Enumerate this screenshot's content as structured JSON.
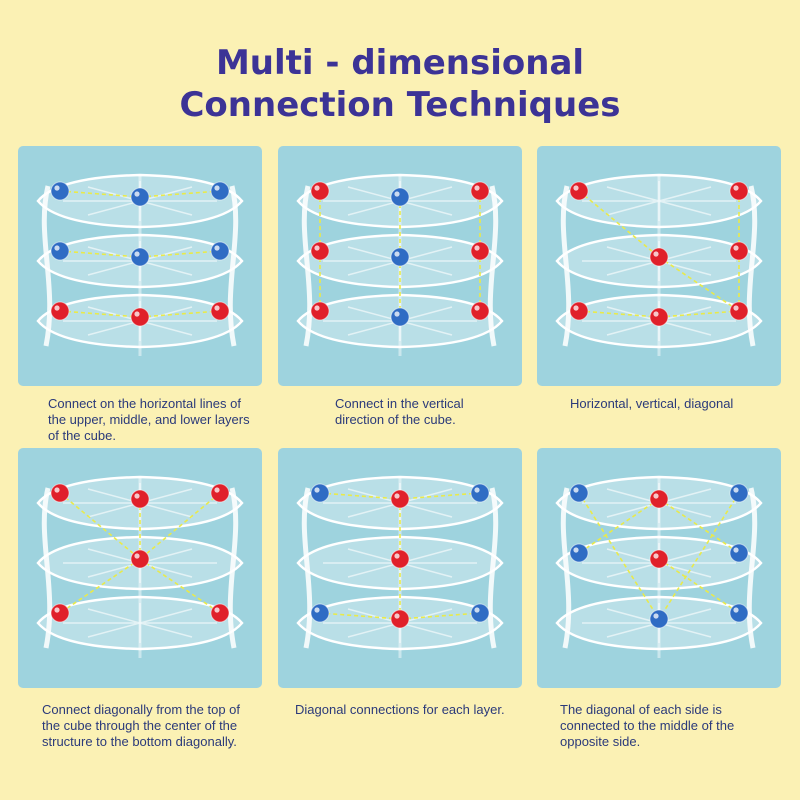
{
  "title": {
    "line1": "Multi - dimensional",
    "line2": "Connection Techniques"
  },
  "colors": {
    "background": "#fbf1b4",
    "title": "#3c3396",
    "panel": "#9ed3de",
    "ball_red": "#e0202a",
    "ball_blue": "#2f6cc4",
    "guide_line": "#e9ea4a"
  },
  "panels": [
    {
      "caption": "Connect on the horizontal lines of the upper, middle, and lower layers of the cube.",
      "balls": [
        [
          "b",
          0,
          0
        ],
        [
          "b",
          1,
          0
        ],
        [
          "b",
          2,
          0
        ],
        [
          "b",
          0,
          1
        ],
        [
          "b",
          1,
          1
        ],
        [
          "b",
          2,
          1
        ],
        [
          "r",
          0,
          2
        ],
        [
          "r",
          1,
          2
        ],
        [
          "r",
          2,
          2
        ]
      ],
      "lines": [
        [
          0,
          1
        ],
        [
          1,
          2
        ],
        [
          3,
          4
        ],
        [
          4,
          5
        ],
        [
          6,
          7
        ],
        [
          7,
          8
        ]
      ]
    },
    {
      "caption": "Connect in the vertical direction of the cube.",
      "balls": [
        [
          "r",
          0,
          0
        ],
        [
          "b",
          1,
          0
        ],
        [
          "r",
          2,
          0
        ],
        [
          "r",
          0,
          1
        ],
        [
          "b",
          1,
          1
        ],
        [
          "r",
          2,
          1
        ],
        [
          "r",
          0,
          2
        ],
        [
          "b",
          1,
          2
        ],
        [
          "r",
          2,
          2
        ]
      ],
      "lines": [
        [
          0,
          3
        ],
        [
          3,
          6
        ],
        [
          1,
          4
        ],
        [
          4,
          7
        ],
        [
          2,
          5
        ],
        [
          5,
          8
        ]
      ]
    },
    {
      "caption": "Horizontal, vertical, diagonal",
      "balls": [
        [
          "r",
          0,
          0
        ],
        [
          "r",
          2,
          0
        ],
        [
          "r",
          1,
          1
        ],
        [
          "r",
          2,
          1
        ],
        [
          "r",
          0,
          2
        ],
        [
          "r",
          1,
          2
        ],
        [
          "r",
          2,
          2
        ]
      ],
      "lines": [
        [
          0,
          2
        ],
        [
          2,
          6
        ],
        [
          1,
          3
        ],
        [
          3,
          6
        ],
        [
          4,
          5
        ],
        [
          5,
          6
        ]
      ]
    },
    {
      "caption": "Connect diagonally from the top of the cube through the center of the structure to the bottom diagonally.",
      "balls": [
        [
          "r",
          0,
          0
        ],
        [
          "r",
          1,
          0
        ],
        [
          "r",
          2,
          0
        ],
        [
          "r",
          1,
          1
        ],
        [
          "r",
          0,
          2
        ],
        [
          "r",
          2,
          2
        ]
      ],
      "lines": [
        [
          0,
          3
        ],
        [
          3,
          5
        ],
        [
          2,
          3
        ],
        [
          3,
          4
        ],
        [
          1,
          3
        ]
      ]
    },
    {
      "caption": "Diagonal connections for each layer.",
      "balls": [
        [
          "b",
          0,
          0
        ],
        [
          "b",
          2,
          0
        ],
        [
          "r",
          1,
          0
        ],
        [
          "r",
          1,
          1
        ],
        [
          "r",
          1,
          2
        ],
        [
          "b",
          0,
          2
        ],
        [
          "b",
          2,
          2
        ]
      ],
      "lines": [
        [
          0,
          2
        ],
        [
          1,
          2
        ],
        [
          2,
          3
        ],
        [
          3,
          4
        ],
        [
          4,
          5
        ],
        [
          4,
          6
        ]
      ]
    },
    {
      "caption": "The diagonal of each side is connected to the middle of the opposite side.",
      "balls": [
        [
          "b",
          0,
          0
        ],
        [
          "r",
          1,
          0
        ],
        [
          "b",
          2,
          0
        ],
        [
          "b",
          0,
          1
        ],
        [
          "r",
          1,
          1
        ],
        [
          "b",
          2,
          1
        ],
        [
          "b",
          1,
          2
        ],
        [
          "b",
          2,
          2
        ]
      ],
      "lines": [
        [
          1,
          3
        ],
        [
          1,
          5
        ],
        [
          0,
          6
        ],
        [
          2,
          6
        ],
        [
          4,
          7
        ]
      ]
    }
  ]
}
